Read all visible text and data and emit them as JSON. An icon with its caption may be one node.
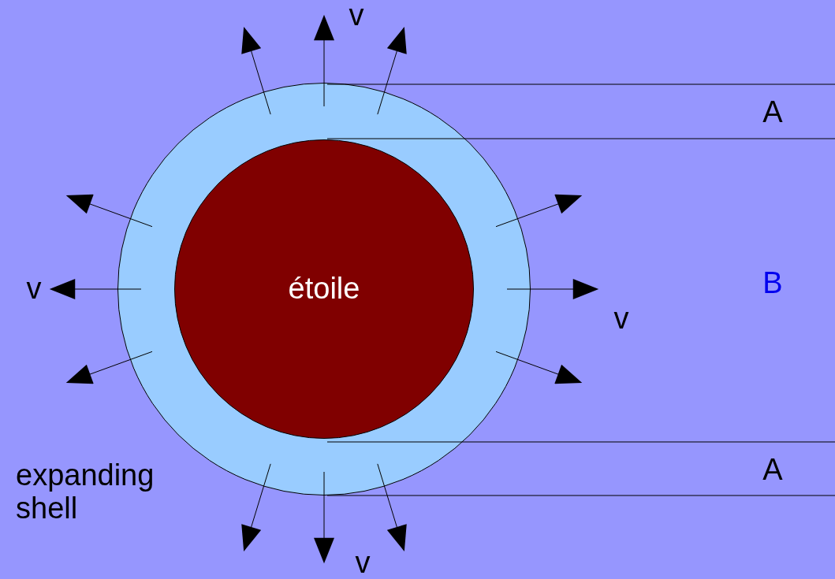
{
  "diagram": {
    "nodes": [
      {
        "text": [],
        "shape": "circle",
        "beside": [
          "expanding shell"
        ]
      },
      {
        "text": [
          "étoile"
        ],
        "in": 0
      }
    ],
    "edges": [],
    "labels": [
      "v",
      "A",
      "v",
      "B",
      "v",
      "A",
      "v"
    ]
  }
}
